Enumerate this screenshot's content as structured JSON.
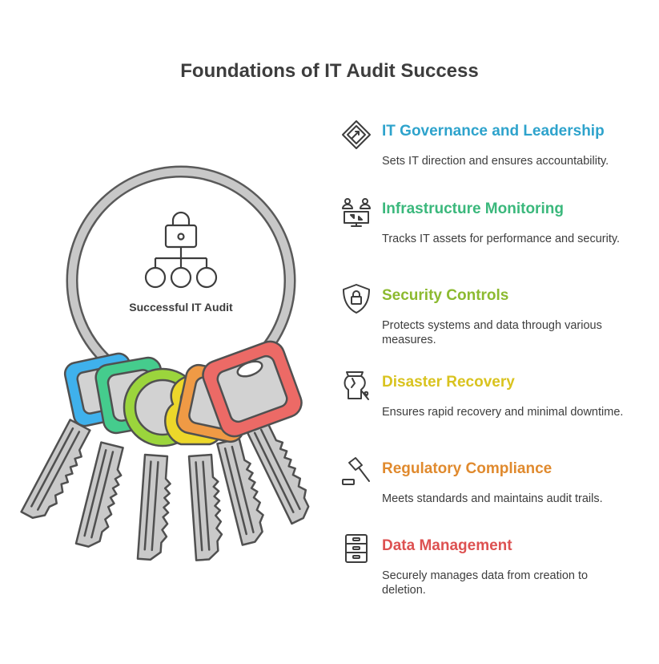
{
  "title": "Foundations of IT Audit Success",
  "center": {
    "label": "Successful IT Audit",
    "icon": "lock-hierarchy-icon"
  },
  "items": [
    {
      "heading": "IT Governance and Leadership",
      "description": "Sets IT direction and ensures accountability.",
      "color": "#2ea3cc",
      "icon": "diamond-route-icon"
    },
    {
      "heading": "Infrastructure Monitoring",
      "description": "Tracks IT assets for performance and security.",
      "color": "#3bb87c",
      "icon": "monitor-users-icon"
    },
    {
      "heading": "Security Controls",
      "description": "Protects systems and data through various measures.",
      "color": "#8cba30",
      "icon": "shield-lock-icon"
    },
    {
      "heading": "Disaster Recovery",
      "description": "Ensures rapid recovery and minimal downtime.",
      "color": "#d9c31f",
      "icon": "broken-vase-icon"
    },
    {
      "heading": "Regulatory Compliance",
      "description": "Meets standards and maintains audit trails.",
      "color": "#e08a2e",
      "icon": "gavel-icon"
    },
    {
      "heading": "Data Management",
      "description": "Securely manages data from creation to deletion.",
      "color": "#dd5151",
      "icon": "filing-cabinet-icon"
    }
  ],
  "keys": [
    {
      "color": "#3fb1ec"
    },
    {
      "color": "#45cc8d"
    },
    {
      "color": "#9bd53c"
    },
    {
      "color": "#ecd72a"
    },
    {
      "color": "#ef9a45"
    },
    {
      "color": "#ec6a66"
    }
  ]
}
